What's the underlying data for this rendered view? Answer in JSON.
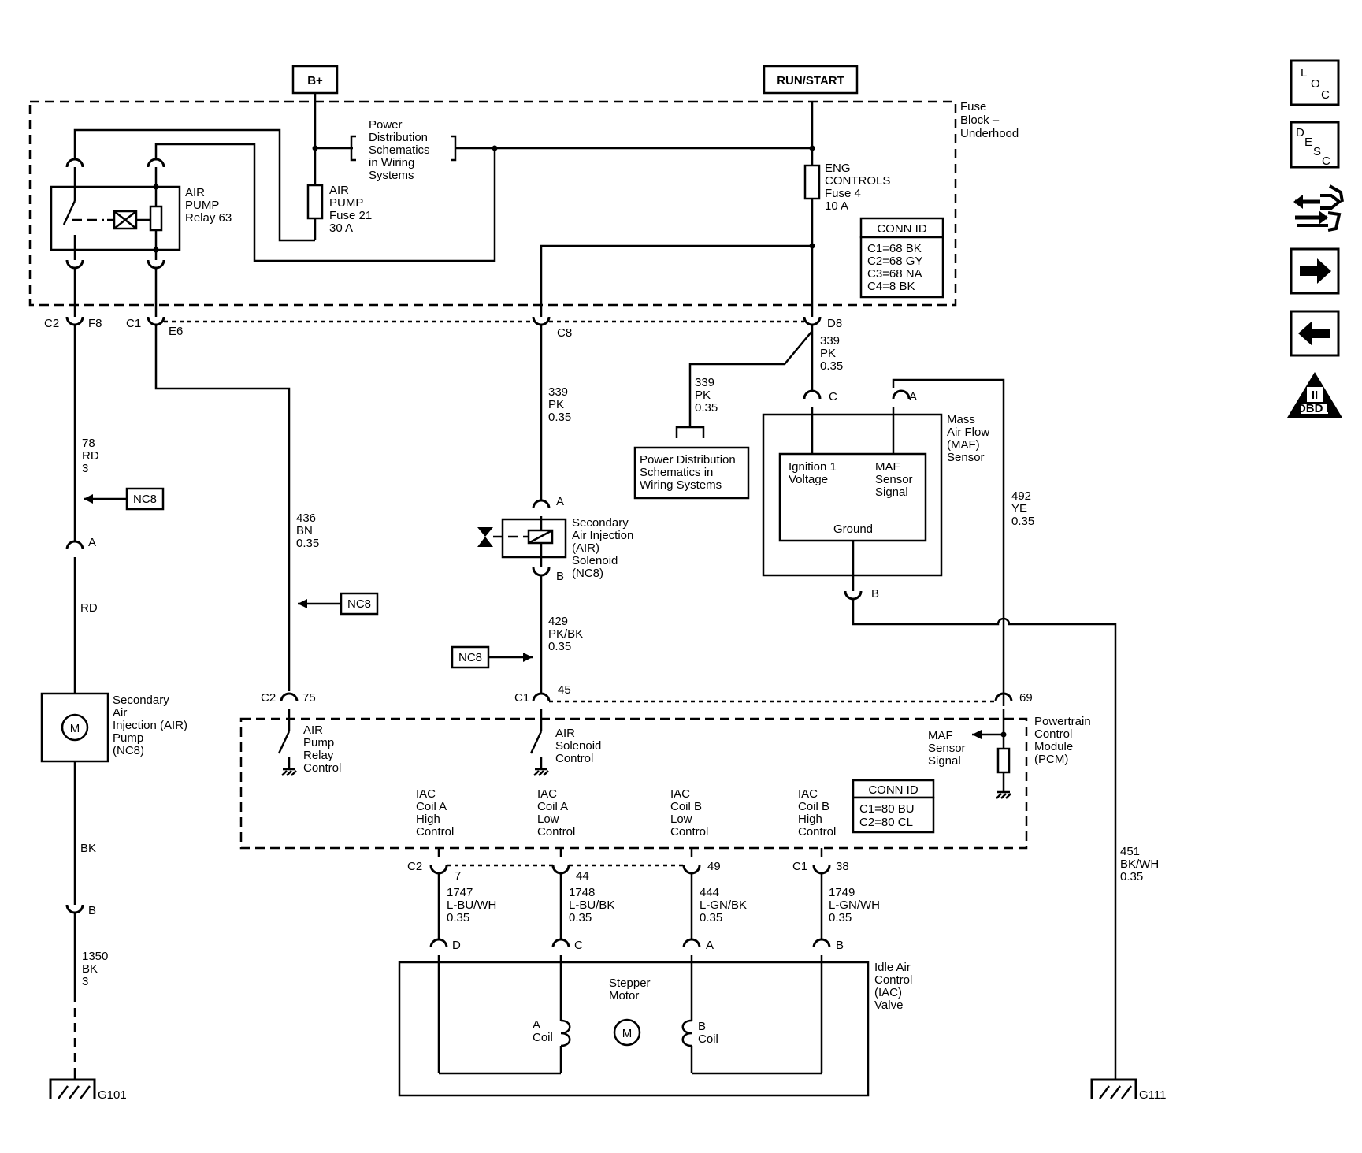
{
  "sources": {
    "bplus": "B+",
    "run_start": "RUN/START"
  },
  "fuse_block": {
    "title": [
      "Fuse",
      "Block –",
      "Underhood"
    ],
    "relay": [
      "AIR",
      "PUMP",
      "Relay 63"
    ],
    "pds_box": [
      "Power",
      "Distribution",
      "Schematics",
      "in Wiring",
      "Systems"
    ],
    "fuse21": [
      "AIR",
      "PUMP",
      "Fuse 21",
      "30 A"
    ],
    "fuse4": [
      "ENG",
      "CONTROLS",
      "Fuse 4",
      "10 A"
    ],
    "conn_title": "CONN ID",
    "conn_lines": [
      "C1=68 BK",
      "C2=68 GY",
      "C3=68 NA",
      "C4=8 BK"
    ]
  },
  "fb_pins": {
    "c2": "C2",
    "f8": "F8",
    "c1": "C1",
    "e6": "E6",
    "c8": "C8",
    "d8": "D8"
  },
  "wires": {
    "w78": [
      "78",
      "RD",
      "3"
    ],
    "w436": [
      "436",
      "BN",
      "0.35"
    ],
    "w339a": [
      "339",
      "PK",
      "0.35"
    ],
    "w339b": [
      "339",
      "PK",
      "0.35"
    ],
    "w339c": [
      "339",
      "PK",
      "0.35"
    ],
    "w429": [
      "429",
      "PK/BK",
      "0.35"
    ],
    "w492": [
      "492",
      "YE",
      "0.35"
    ],
    "w451": [
      "451",
      "BK/WH",
      "0.35"
    ],
    "w1747": [
      "1747",
      "L-BU/WH",
      "0.35"
    ],
    "w1748": [
      "1748",
      "L-BU/BK",
      "0.35"
    ],
    "w444": [
      "444",
      "L-GN/BK",
      "0.35"
    ],
    "w1749": [
      "1749",
      "L-GN/WH",
      "0.35"
    ],
    "rd": "RD",
    "bk": "BK",
    "w1350": [
      "1350",
      "BK",
      "3"
    ]
  },
  "pins": {
    "a": "A",
    "b": "B",
    "c": "C",
    "d": "D",
    "c1": "C1",
    "c2": "C2",
    "p75": "75",
    "p45": "45",
    "p69": "69",
    "p7": "7",
    "p44": "44",
    "p49": "49",
    "p38": "38"
  },
  "nc8": "NC8",
  "pds_lower": [
    "Power Distribution",
    "Schematics in",
    "Wiring Systems"
  ],
  "maf": {
    "title": [
      "Mass",
      "Air Flow",
      "(MAF)",
      "Sensor"
    ],
    "ign": [
      "Ignition 1",
      "Voltage"
    ],
    "sig": [
      "MAF",
      "Sensor",
      "Signal"
    ],
    "ground": "Ground"
  },
  "air_solenoid": [
    "Secondary",
    "Air Injection",
    "(AIR)",
    "Solenoid",
    "(NC8)"
  ],
  "air_pump": [
    "Secondary",
    "Air",
    "Injection (AIR)",
    "Pump",
    "(NC8)"
  ],
  "motor_symbol": "M",
  "pcm": {
    "title": [
      "Powertrain",
      "Control",
      "Module",
      "(PCM)"
    ],
    "relay_ctrl": [
      "AIR",
      "Pump",
      "Relay",
      "Control"
    ],
    "sol_ctrl": [
      "AIR",
      "Solenoid",
      "Control"
    ],
    "maf_sig": [
      "MAF",
      "Sensor",
      "Signal"
    ],
    "conn_title": "CONN ID",
    "conn_lines": [
      "C1=80 BU",
      "C2=80 CL"
    ],
    "iac1": [
      "IAC",
      "Coil A",
      "High",
      "Control"
    ],
    "iac2": [
      "IAC",
      "Coil A",
      "Low",
      "Control"
    ],
    "iac3": [
      "IAC",
      "Coil B",
      "Low",
      "Control"
    ],
    "iac4": [
      "IAC",
      "Coil B",
      "High",
      "Control"
    ]
  },
  "iac": {
    "title": [
      "Idle Air",
      "Control",
      "(IAC)",
      "Valve"
    ],
    "stepper": [
      "Stepper",
      "Motor"
    ],
    "coil_a": [
      "A",
      "Coil"
    ],
    "coil_b": [
      "B",
      "Coil"
    ]
  },
  "grounds": {
    "g101": "G101",
    "g111": "G111"
  },
  "nav": {
    "loc": [
      "L",
      "O",
      "C"
    ],
    "desc": [
      "D",
      "E",
      "S",
      "C"
    ],
    "obd": "OBD II",
    "obd_numeral": "II",
    "icons": [
      "loc-icon",
      "desc-icon",
      "connector-icon",
      "next-arrow-icon",
      "back-arrow-icon",
      "obd-ii-icon"
    ]
  }
}
